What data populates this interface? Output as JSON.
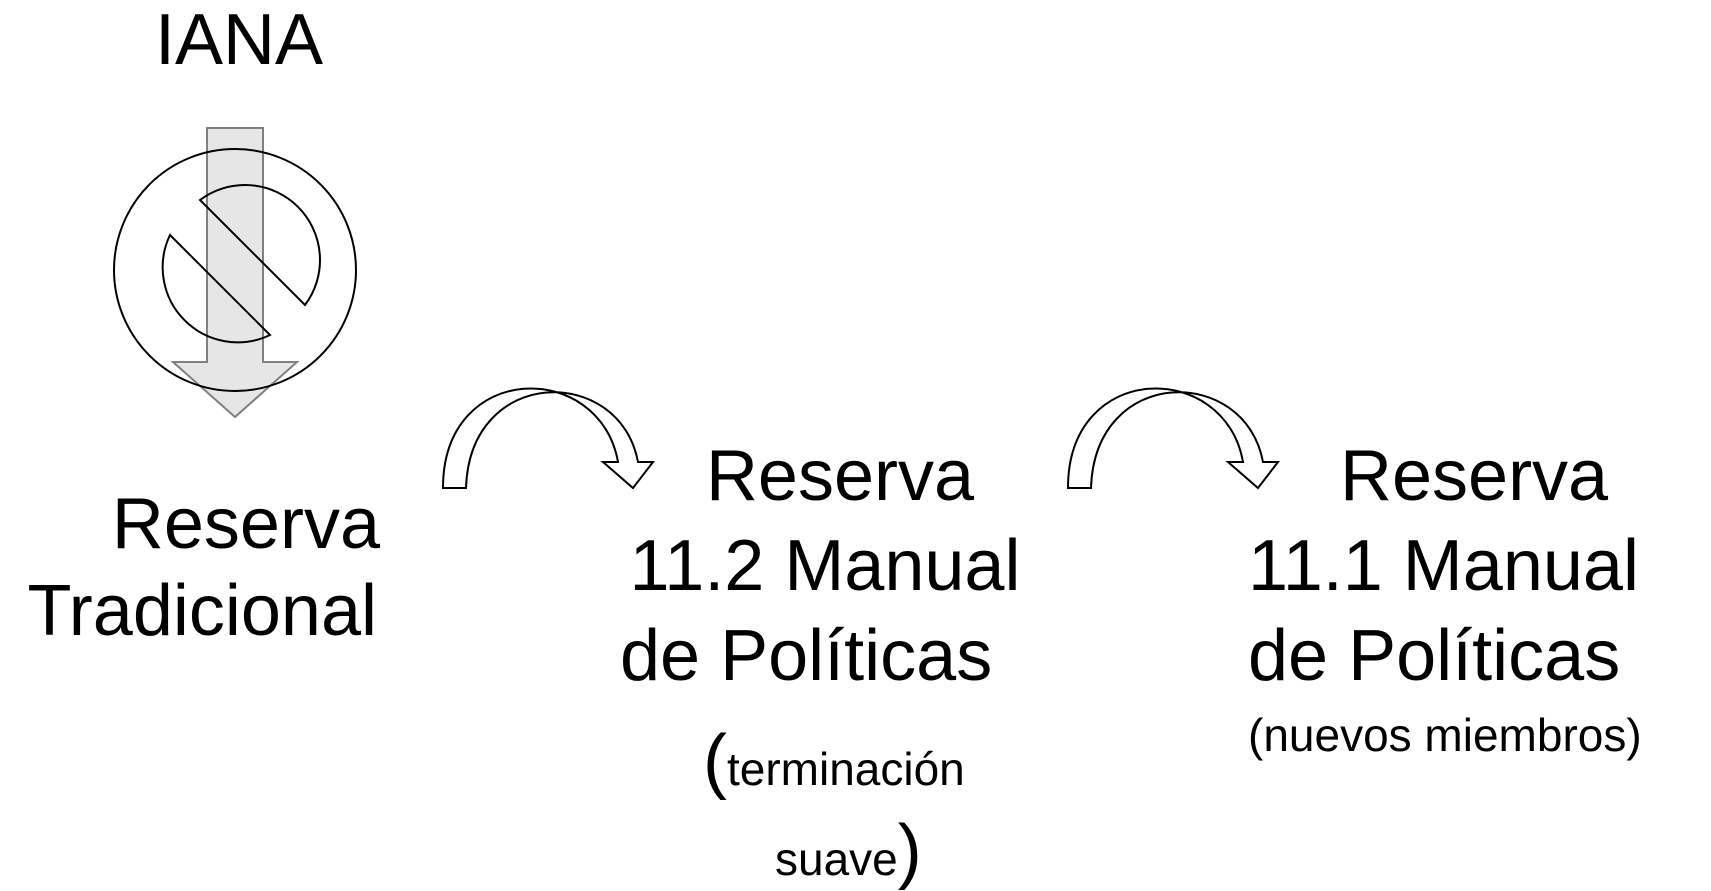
{
  "diagram": {
    "source": {
      "title": "IANA"
    },
    "traditional": {
      "line1": "Reserva",
      "line2": "Tradicional"
    },
    "policy_11_2": {
      "line1": "Reserva",
      "line2": "11.2 Manual",
      "line3": "de Políticas",
      "note_open": "(",
      "note_line1": "terminación",
      "note_line2": "suave",
      "note_close": ")"
    },
    "policy_11_1": {
      "line1": "Reserva",
      "line2": "11.1 Manual",
      "line3": "de Políticas",
      "note": "(nuevos miembros)"
    },
    "icons": [
      "down-arrow-icon",
      "no-entry-icon",
      "curved-arrow-icon",
      "curved-arrow-icon"
    ],
    "colors": {
      "arrow_fill": "#e6e6e6",
      "arrow_stroke": "#808080",
      "line": "#000000"
    }
  }
}
